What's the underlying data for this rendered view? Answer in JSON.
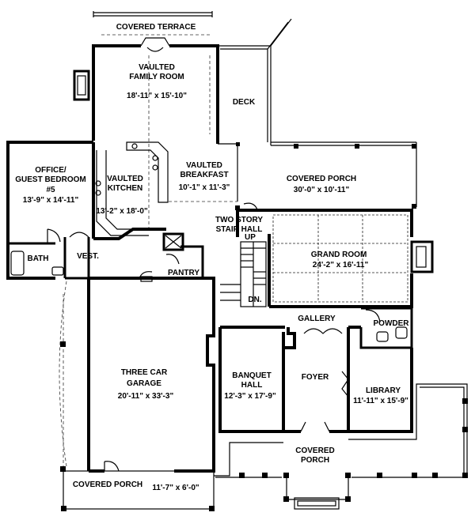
{
  "rooms": {
    "covered_terrace": "COVERED TERRACE",
    "family_room": [
      "VAULTED",
      "FAMILY ROOM",
      "18'-11\" x 15'-10\""
    ],
    "deck": "DECK",
    "office": [
      "OFFICE/",
      "GUEST BEDROOM",
      "#5",
      "13'-9\" x 14'-11\""
    ],
    "kitchen": [
      "VAULTED",
      "KITCHEN",
      "13'-2\" x 18'-0\""
    ],
    "breakfast": [
      "VAULTED",
      "BREAKFAST",
      "10'-1\" x 11'-3\""
    ],
    "covered_porch_rear": [
      "COVERED PORCH",
      "30'-0\" x 10'-11\""
    ],
    "stair_hall": [
      "TWO STORY",
      "STAIR HALL"
    ],
    "stair_up": "UP",
    "stair_down": "DN.",
    "grand_room": [
      "GRAND ROOM",
      "24'-2\" x 16'-11\""
    ],
    "bath": "BATH",
    "vestibule": "VEST.",
    "pantry": "PANTRY",
    "gallery": "GALLERY",
    "powder": "POWDER",
    "garage": [
      "THREE CAR",
      "GARAGE",
      "20'-11\" x 33'-3\""
    ],
    "banquet_hall": [
      "BANQUET",
      "HALL",
      "12'-3\" x 17'-9\""
    ],
    "foyer": "FOYER",
    "library": [
      "LIBRARY",
      "11'-11\" x 15'-9\""
    ],
    "covered_porch_front": [
      "COVERED",
      "PORCH"
    ],
    "covered_porch_side": "COVERED PORCH",
    "covered_porch_side_size": "11'-7\" x 6'-0\""
  }
}
